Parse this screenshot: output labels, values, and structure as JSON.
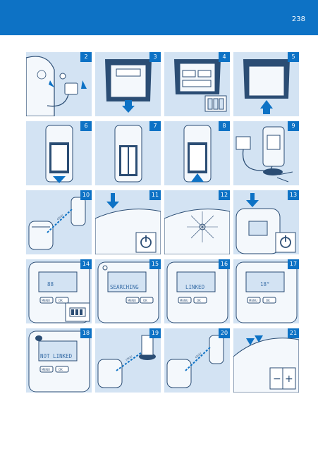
{
  "page": {
    "number": "238"
  },
  "steps": [
    "2",
    "3",
    "4",
    "5",
    "6",
    "7",
    "8",
    "9",
    "10",
    "11",
    "12",
    "13",
    "14",
    "15",
    "16",
    "17",
    "18",
    "19",
    "20",
    "21"
  ],
  "labels": {
    "click": "click!",
    "searching": "SEARCHING",
    "linked": "LINKED",
    "not_linked": "NOT LINKED",
    "lcd_digits": "88",
    "temperature": "18°",
    "menu": "MENU",
    "ok": "OK",
    "minus": "−",
    "plus": "+"
  },
  "colors": {
    "accent": "#0d72c5",
    "panel_bg": "#d3e3f3"
  }
}
